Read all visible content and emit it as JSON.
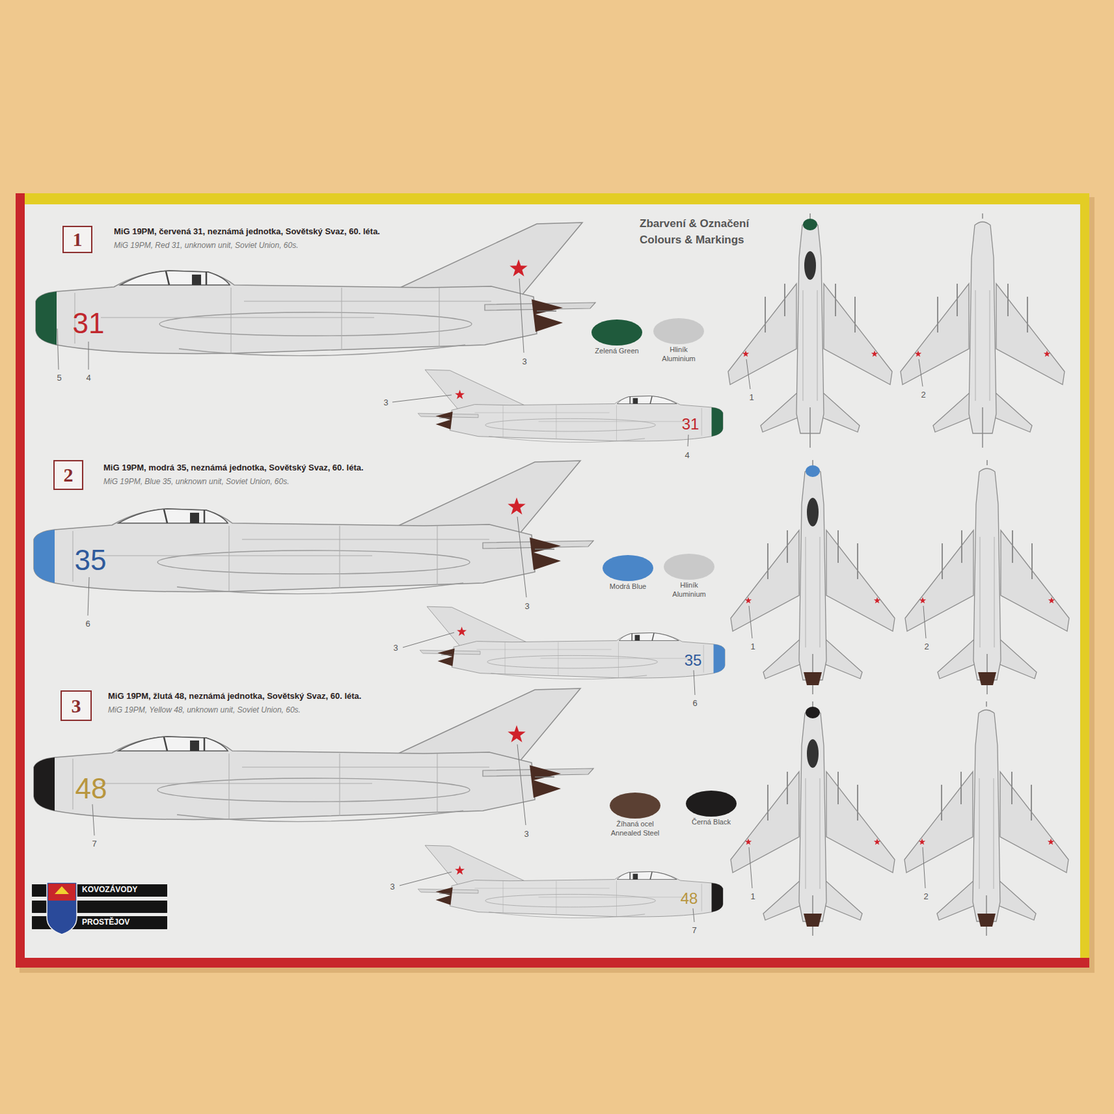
{
  "diagram": {
    "title": "Zbarvení & Označení",
    "nodes": [
      {
        "text": [
          "1"
        ]
      },
      {
        "text": [
          "2"
        ]
      },
      {
        "text": [
          "3"
        ]
      }
    ],
    "labels": [
      "MiG 19PM, červená 31, neznámá jednotka, Sovětský Svaz, 60. léta.",
      "MiG 19PM, Red 31, unknown unit, Soviet Union, 60s.",
      "31",
      "5",
      "4",
      "3",
      "3",
      "31",
      "4",
      "1",
      "2",
      "Colours & Markings",
      "MiG 19PM, modrá 35, neznámá jednotka, Sovětský Svaz, 60. léta.",
      "MiG 19PM, Blue 35, unknown unit, Soviet Union, 60s.",
      "35",
      "6",
      "3",
      "3",
      "35",
      "6",
      "1",
      "2",
      "MiG 19PM, žlutá 48, neznámá jednotka, Sovětský Svaz, 60. léta.",
      "MiG 19PM, Yellow 48, unknown unit, Soviet Union, 60s.",
      "48",
      "7",
      "3",
      "3",
      "48",
      "7",
      "1",
      "2",
      "KOVOZÁVODY",
      "PROSTĚJOV"
    ],
    "legend": [
      {
        "text": "Zelená Green",
        "color": "#1f5a3c"
      },
      {
        "text": "Hliník Aluminium",
        "color": "#c9c9c9"
      },
      {
        "text": "Modrá Blue",
        "color": "#4a86c8"
      },
      {
        "text": "Hliník Aluminium",
        "color": "#c9c9c9"
      },
      {
        "text": "Žíhaná ocel Annealed Steel",
        "color": "#5b4033"
      },
      {
        "text": "Černá Black",
        "color": "#1e1c1c"
      }
    ]
  }
}
